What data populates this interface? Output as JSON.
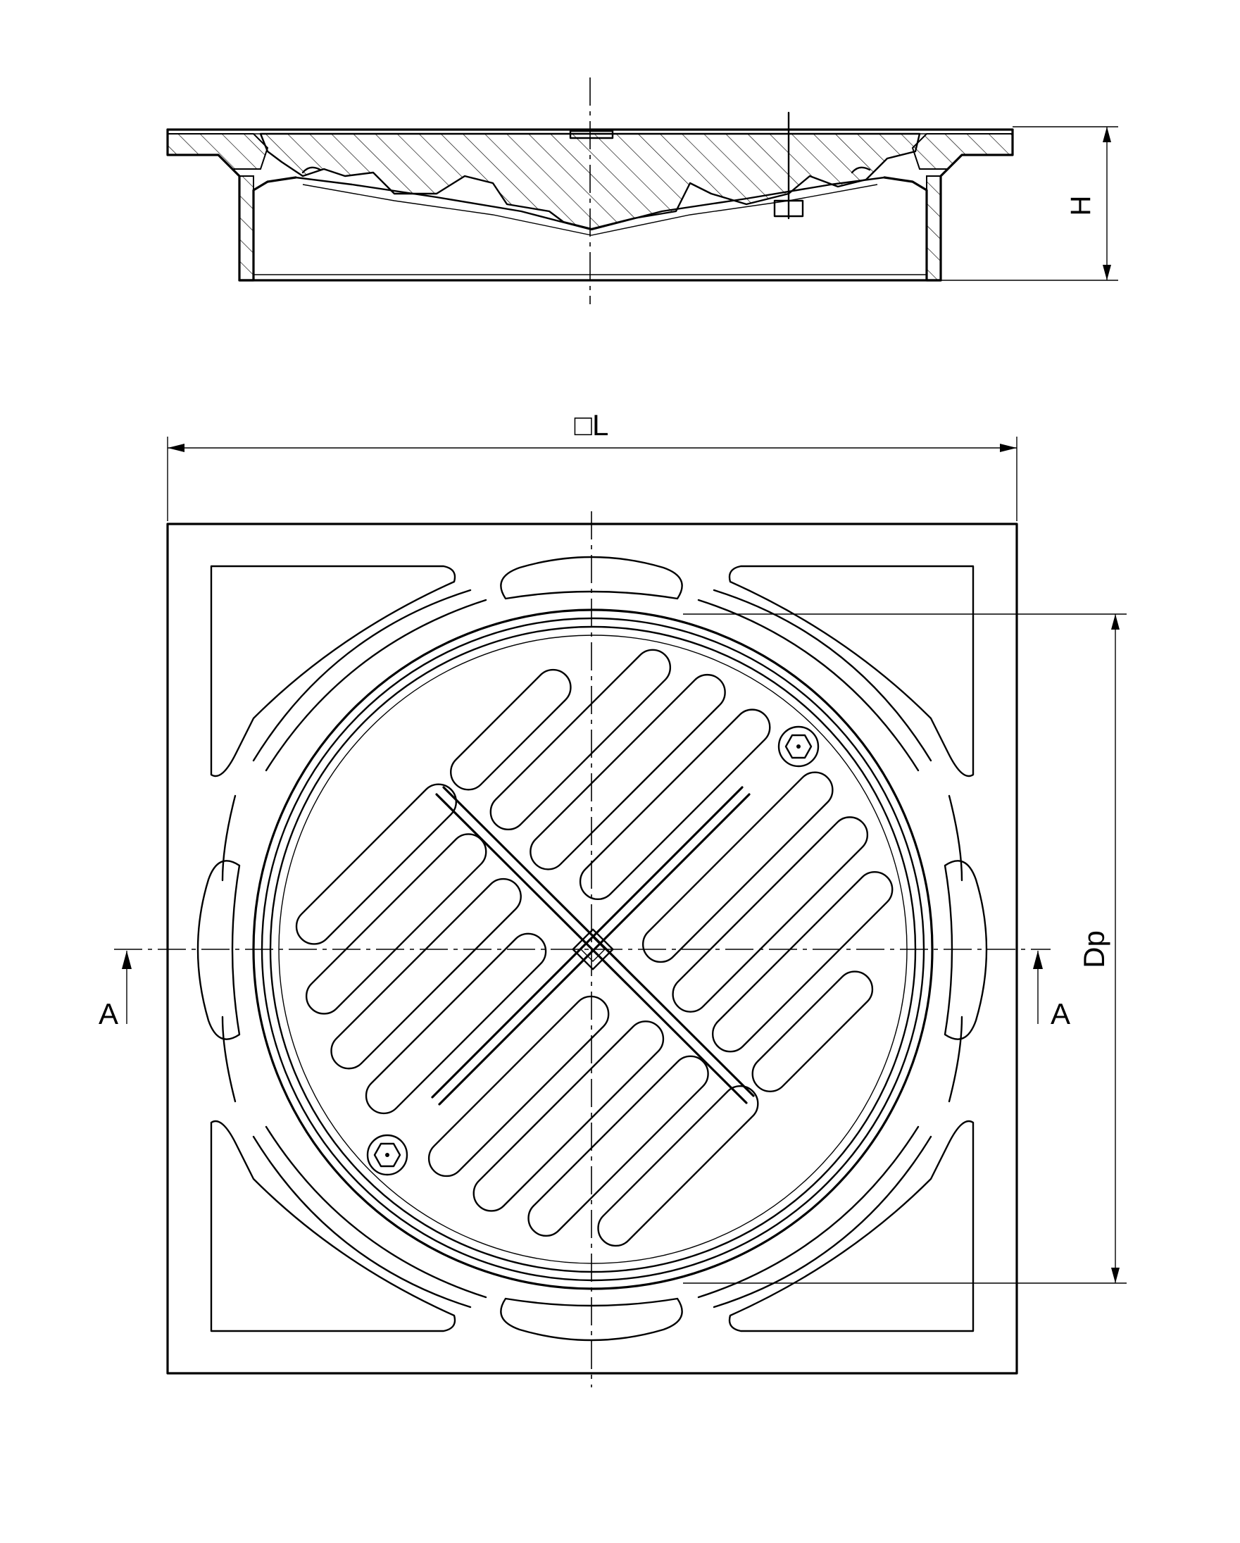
{
  "labels": {
    "width": "□L",
    "height": "H",
    "diameter": "Dp",
    "section_left": "A",
    "section_right": "A"
  },
  "colors": {
    "line": "#000000",
    "background": "#ffffff"
  }
}
